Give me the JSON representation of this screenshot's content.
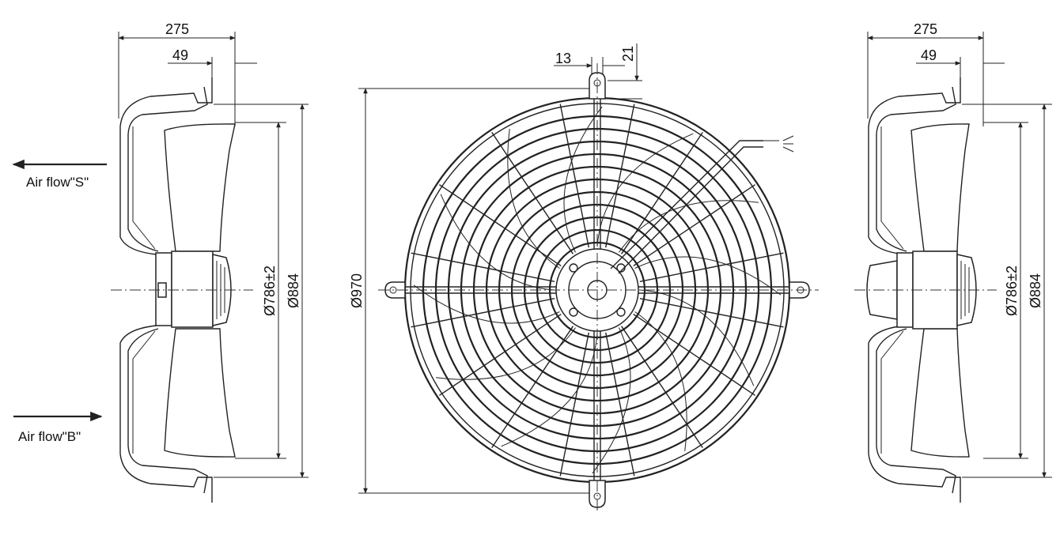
{
  "dimensions": {
    "left_width": "275",
    "left_offset": "49",
    "left_ring_dia": "Ø786±2",
    "left_outer_dia": "Ø884",
    "front_bolt_spacing": "13",
    "front_top_offset": "21",
    "front_guard_dia": "Ø970",
    "right_width": "275",
    "right_offset": "49",
    "right_ring_dia": "Ø786±2",
    "right_outer_dia": "Ø884"
  },
  "labels": {
    "airflow_s": "Air flow\"S\"",
    "airflow_b": "Air flow\"B\""
  },
  "colors": {
    "line": "#222222",
    "background": "#ffffff"
  }
}
